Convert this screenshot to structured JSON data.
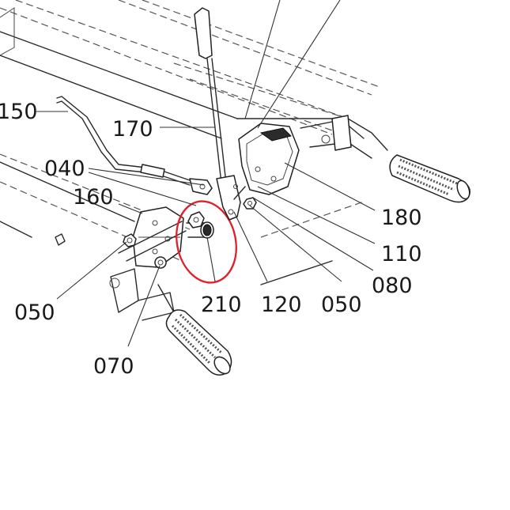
{
  "diagram": {
    "highlight_color": "#e0202a",
    "line_color": "#2a2a2a",
    "labels": {
      "p150": "150",
      "p170": "170",
      "p040": "040",
      "p160": "160",
      "p050_left": "050",
      "p070": "070",
      "p210": "210",
      "p120": "120",
      "p050_right": "050",
      "p080": "080",
      "p110": "110",
      "p180": "180"
    },
    "highlighted_part": "210"
  }
}
